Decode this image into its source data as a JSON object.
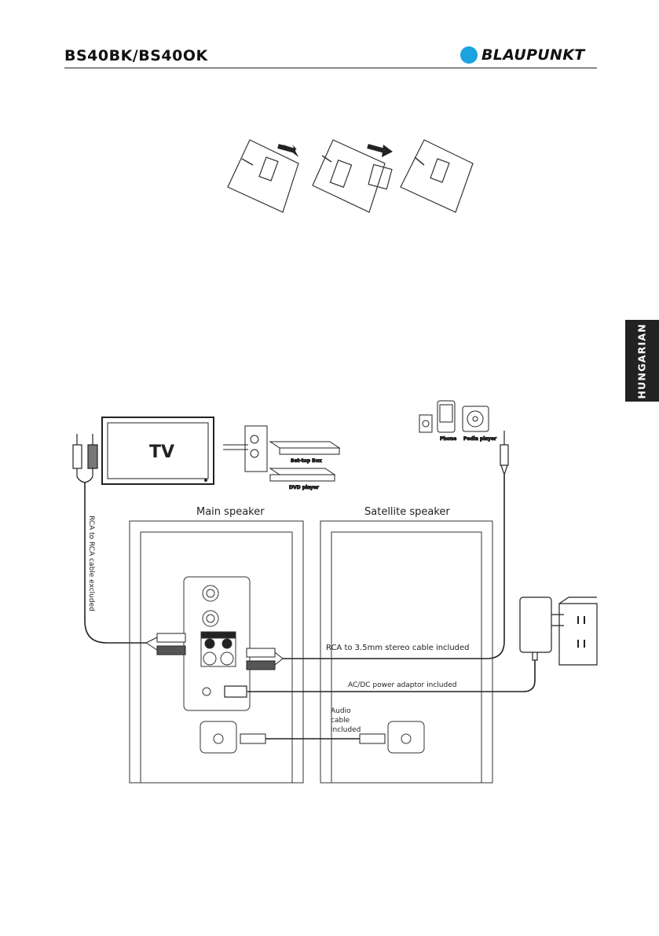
{
  "header": {
    "model": "BS40BK/BS40OK",
    "brand": "BLAUPUNKT"
  },
  "side_tab": {
    "language": "HUNGARIAN"
  },
  "diagram": {
    "tv_label": "TV",
    "set_top_box": "Set-top Box",
    "dvd_player": "DVD player",
    "phone": "Phone",
    "media_player": "Pedia player",
    "main_speaker": "Main speaker",
    "satellite_speaker": "Satellite speaker",
    "rca_rca_cable": "RCA to RCA cable excluded",
    "rca_35_cable": "RCA to 3.5mm stereo cable included",
    "power_adaptor": "AC/DC power adaptor included",
    "audio_cable_1": "Audio",
    "audio_cable_2": "cable",
    "audio_cable_3": "included"
  },
  "colors": {
    "logo_blue": "#1aa3e0",
    "tab_bg": "#222222"
  }
}
